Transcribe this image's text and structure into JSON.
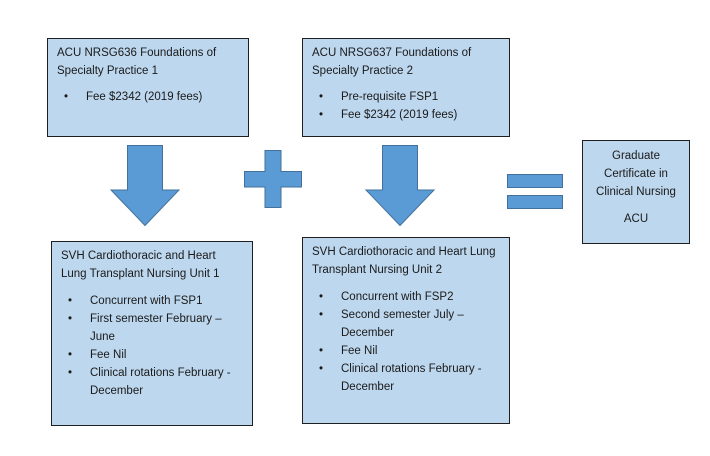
{
  "fsp1": {
    "title": "ACU NRSG636 Foundations of Specialty Practice 1",
    "bullets": [
      "Fee $2342 (2019 fees)"
    ]
  },
  "fsp2": {
    "title": "ACU NRSG637 Foundations of Specialty Practice 2",
    "bullets": [
      "Pre-requisite FSP1",
      "Fee $2342 (2019 fees)"
    ]
  },
  "unit1": {
    "title": "SVH Cardiothoracic and Heart Lung Transplant Nursing Unit 1",
    "bullets": [
      "Concurrent with FSP1",
      "First semester February – June",
      "Fee Nil",
      "Clinical rotations February - December"
    ]
  },
  "unit2": {
    "title": "SVH Cardiothoracic and Heart Lung Transplant Nursing Unit 2",
    "bullets": [
      "Concurrent with FSP2",
      "Second semester July – December",
      "Fee Nil",
      "Clinical rotations February - December"
    ]
  },
  "result": {
    "title": "Graduate Certificate in Clinical Nursing",
    "org": "ACU"
  },
  "colors": {
    "box_fill": "#bdd7ee",
    "shape_fill": "#5b9bd5",
    "shape_stroke": "#41719c"
  }
}
